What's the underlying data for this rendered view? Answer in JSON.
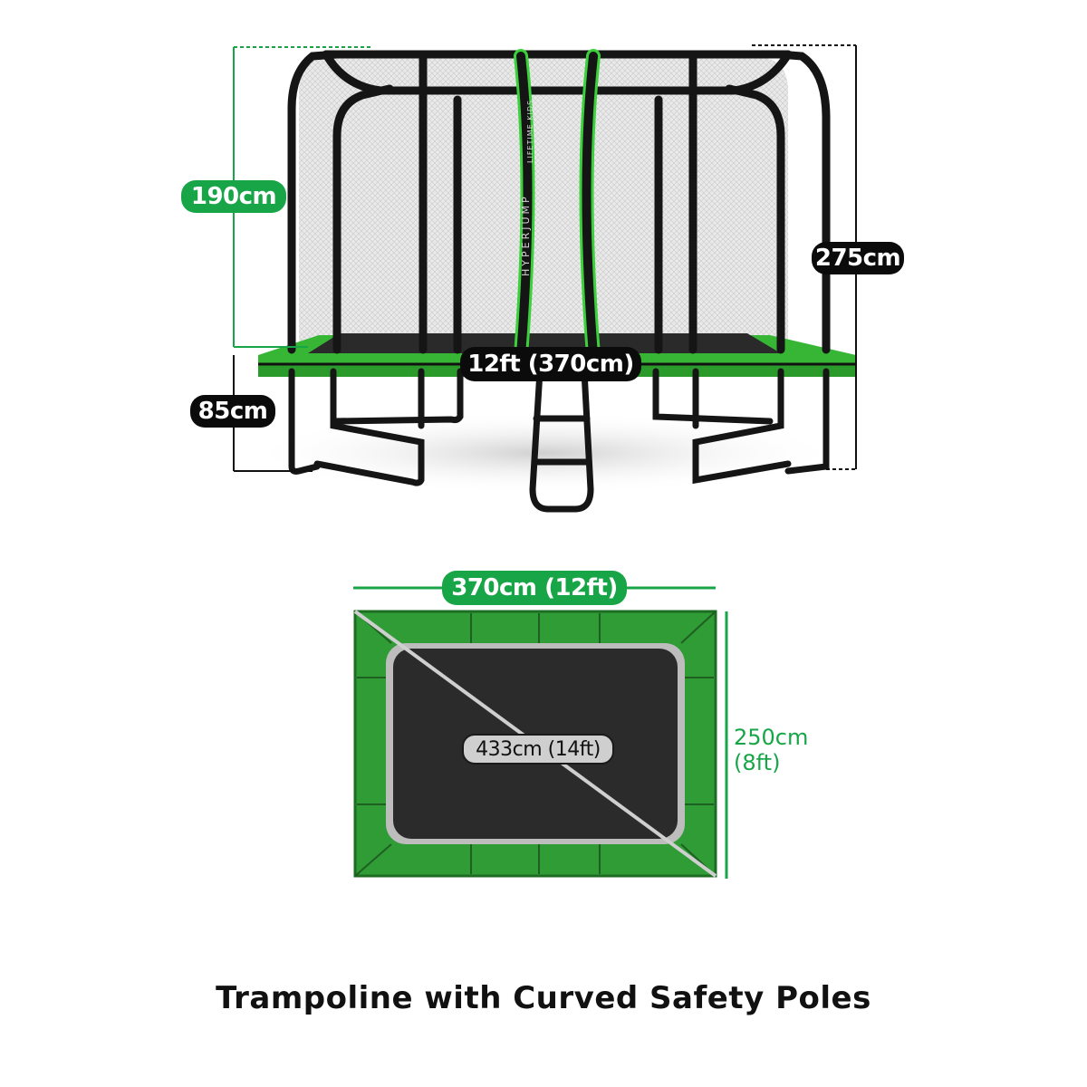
{
  "colors": {
    "accent_green": "#18a548",
    "frame_black": "#111111",
    "pad_green": "#3bb53a",
    "mat_dark": "#2b2b2b",
    "net_grey": "#dcdcdc"
  },
  "side_view": {
    "net_height_label": "190cm",
    "total_height_label": "275cm",
    "width_label": "12ft (370cm)",
    "frame_height_label": "85cm",
    "brand_text": "HYPERJUMP",
    "brand_logo_text": "LIFETIME KIDS"
  },
  "top_view": {
    "width_label": "370cm (12ft)",
    "diagonal_label": "433cm (14ft)",
    "depth_label_line1": "250cm",
    "depth_label_line2": "(8ft)"
  },
  "caption": "Trampoline with Curved Safety Poles",
  "icons": [
    "trampoline-side-illustration",
    "trampoline-top-illustration"
  ]
}
